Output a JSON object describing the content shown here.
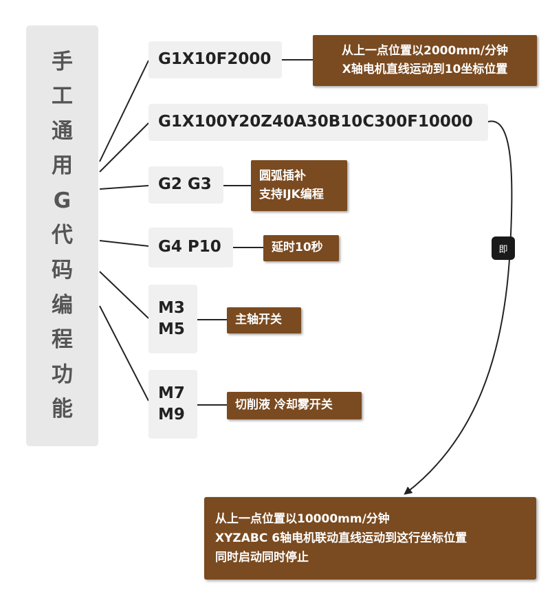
{
  "side_title": [
    "手",
    "工",
    "通",
    "用",
    "G",
    "代",
    "码",
    "编",
    "程",
    "功",
    "能"
  ],
  "items": [
    {
      "code": [
        "G1X10F2000"
      ],
      "desc": [
        "从上一点位置以2000mm/分钟",
        "X轴电机直线运动到10坐标位置"
      ]
    },
    {
      "code": [
        "G1X100Y20Z40A30B10C300F10000"
      ],
      "desc": []
    },
    {
      "code": [
        "G2 G3"
      ],
      "desc": [
        "圆弧插补",
        "支持IJK编程"
      ]
    },
    {
      "code": [
        "G4 P10"
      ],
      "desc": [
        "延时10秒"
      ]
    },
    {
      "code": [
        "M3",
        "M5"
      ],
      "desc": [
        "主轴开关"
      ]
    },
    {
      "code": [
        "M7",
        "M9"
      ],
      "desc": [
        "切削液 冷却雾开关"
      ]
    }
  ],
  "badge": "即",
  "final_desc": [
    "从上一点位置以10000mm/分钟",
    "XYZABC 6轴电机联动直线运动到这行坐标位置",
    "同时启动同时停止"
  ],
  "colors": {
    "panel": "#e8e8e8",
    "code_box": "#f0f0f0",
    "desc_box": "#7a4a20",
    "line": "#222222",
    "badge": "#1a1a1a"
  }
}
